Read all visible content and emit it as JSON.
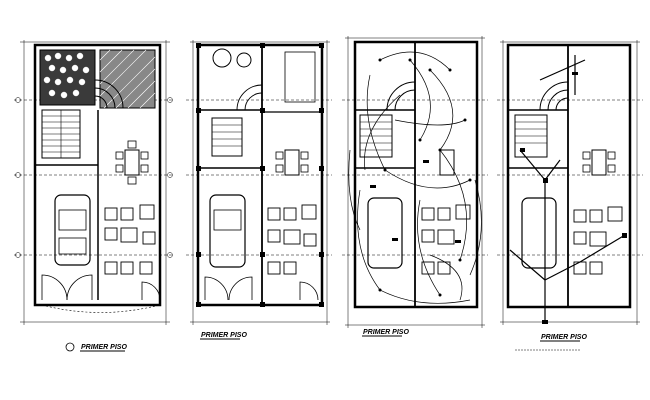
{
  "drawing": {
    "plans": [
      {
        "id": "plan-architectural",
        "caption": "PRIMER PISO",
        "subcaption": ""
      },
      {
        "id": "plan-structural",
        "caption": "PRIMER PISO",
        "subcaption": ""
      },
      {
        "id": "plan-electrical",
        "caption": "PRIMER PISO",
        "subcaption": ""
      },
      {
        "id": "plan-plumbing",
        "caption": "PRIMER PISO",
        "subcaption": ""
      }
    ],
    "colors": {
      "ink": "#000000",
      "paper": "#ffffff"
    }
  }
}
